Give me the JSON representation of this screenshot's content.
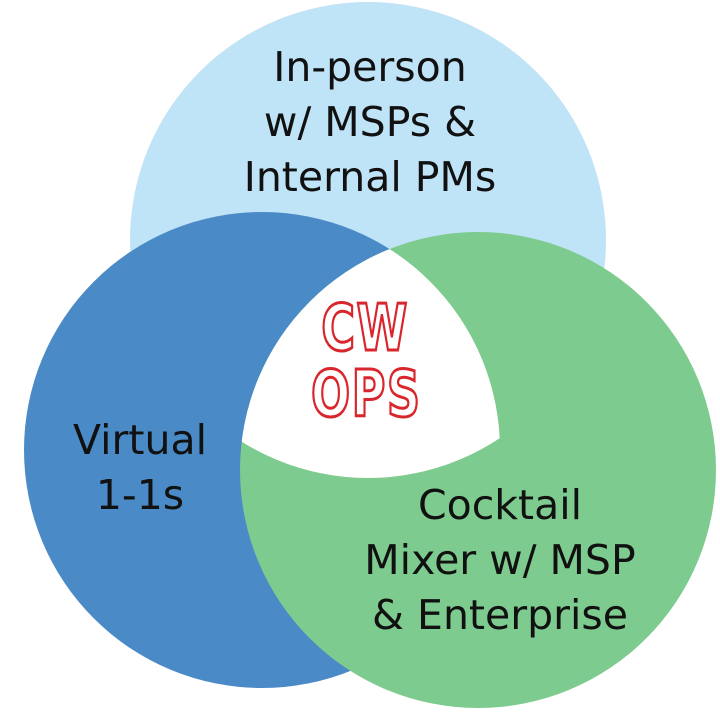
{
  "diagram": {
    "circles": [
      {
        "id": "in-person",
        "lines": [
          "In-person",
          "w/ MSPs &",
          "Internal PMs"
        ],
        "color": "#bfe3f7"
      },
      {
        "id": "virtual",
        "lines": [
          "Virtual",
          "1-1s"
        ],
        "color": "#4a8ac6"
      },
      {
        "id": "cocktail",
        "lines": [
          "Cocktail",
          "Mixer w/ MSP",
          "& Enterprise"
        ],
        "color": "#7ecb8f"
      }
    ],
    "center_logo": {
      "lines": [
        "CW",
        "OPS"
      ],
      "color": "#d9262c"
    }
  }
}
